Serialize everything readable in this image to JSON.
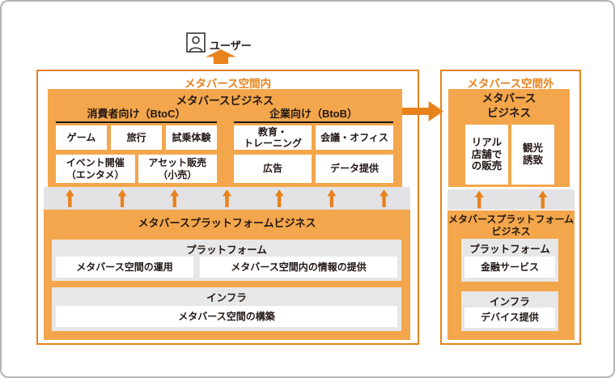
{
  "palette": {
    "orange_fill": "#f3a64b",
    "orange_strong": "#e8821c",
    "gray_band": "#e3e3e5",
    "gray_panel": "#e7e7e8",
    "text_dark": "#231815",
    "page_border": "#b5b5b5"
  },
  "user": {
    "label": "ユーザー",
    "icon": "user-icon",
    "arrow_icon": "up-block-arrow"
  },
  "inside": {
    "title": "メタバース空間内",
    "business": {
      "title": "メタバースビジネス",
      "btoc": {
        "label": "消費者向け（BtoC）",
        "row1": [
          "ゲーム",
          "旅行",
          "試乗体験"
        ],
        "row2": [
          "イベント開催\n（エンタメ）",
          "アセット販売\n（小売）"
        ]
      },
      "btob": {
        "label": "企業向け（BtoB）",
        "row1": [
          "教育・\nトレーニング",
          "会議・オフィス"
        ],
        "row2": [
          "広告",
          "データ提供"
        ]
      }
    },
    "flow_arrows_count": 7,
    "platform": {
      "title": "メタバースプラットフォームビジネス",
      "platform_layer": {
        "title": "プラットフォーム",
        "cells": [
          "メタバース空間の運用",
          "メタバース空間内の情報の提供"
        ]
      },
      "infra_layer": {
        "title": "インフラ",
        "cells": [
          "メタバース空間の構築"
        ]
      }
    }
  },
  "outside": {
    "title": "メタバース空間外",
    "business": {
      "title": "メタバース\nビジネス",
      "cells": [
        "リアル\n店舗で\nの販売",
        "観光\n誘致"
      ]
    },
    "flow_arrows_count": 2,
    "platform": {
      "title": "メタバースプラットフォーム\nビジネス",
      "platform_layer": {
        "title": "プラットフォーム",
        "cells": [
          "金融サービス"
        ]
      },
      "infra_layer": {
        "title": "インフラ",
        "cells": [
          "デバイス提供"
        ]
      }
    }
  }
}
